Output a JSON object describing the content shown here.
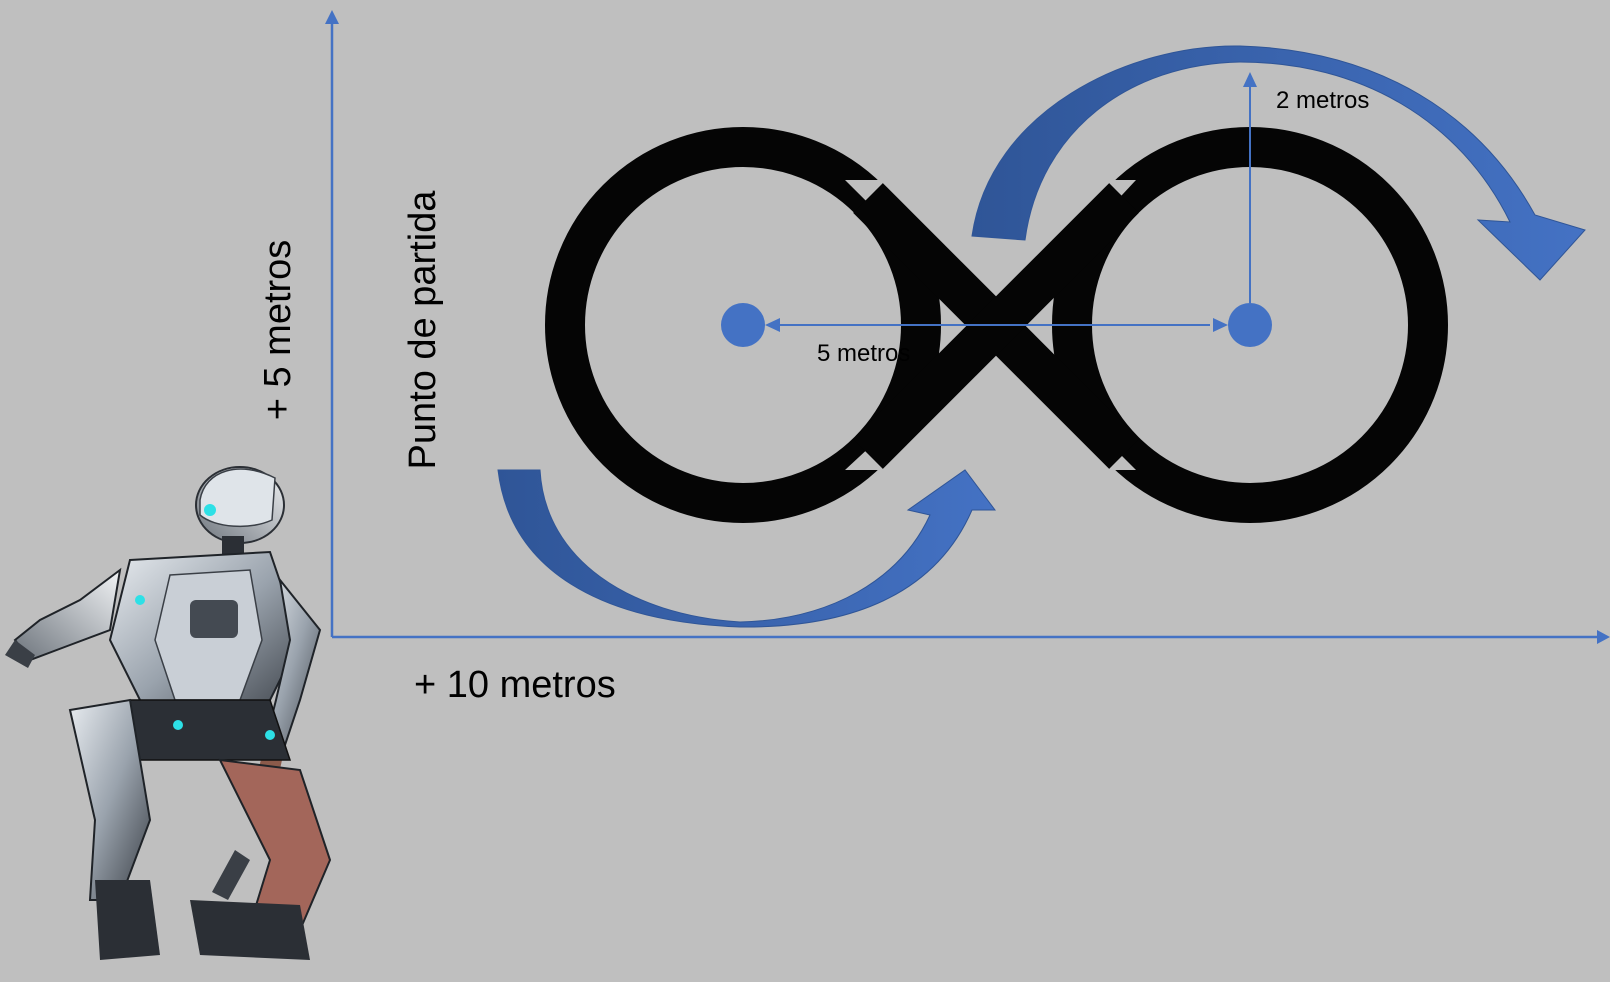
{
  "diagram": {
    "y_axis_label": "+ 5 metros",
    "x_axis_label": "+ 10 metros",
    "start_label": "Punto de partida",
    "distance_label": "5 metros",
    "radius_label": "2 metros"
  },
  "colors": {
    "background": "#bfbfbf",
    "path": "#050505",
    "accent": "#4472c4",
    "arrow_dark": "#2f5597"
  },
  "icons": {
    "robot": "robot-illustration-icon"
  }
}
